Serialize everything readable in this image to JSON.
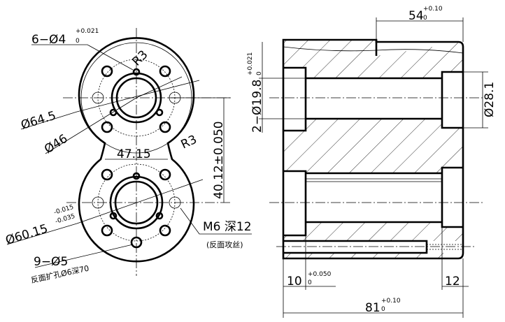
{
  "front_view": {
    "holes_label": "6−Ø4",
    "holes_tol_upper": "+0.021",
    "holes_tol_lower": "0",
    "r3_top": "R3",
    "d64": "Ø64.5",
    "d46": "Ø46",
    "width": "47.15",
    "r3_side": "R3",
    "center_dist": "40.12±0.050",
    "d60": "Ø60.15",
    "d60_upper": "-0.015",
    "d60_lower": "-0.035",
    "through_holes": "9−Ø5",
    "counterbore": "反面扩孔Ø6深70",
    "thread": "M6 深12",
    "thread_note": "(反面攻丝)"
  },
  "section_view": {
    "top_len": "54",
    "top_tol_upper": "+0.10",
    "top_tol_lower": "0",
    "bore": "2−Ø19.8",
    "bore_tol_upper": "+0.021",
    "bore_tol_lower": "0",
    "d28": "Ø28.1",
    "left_depth": "10",
    "left_tol_upper": "+0.050",
    "left_tol_lower": "0",
    "right_depth": "12",
    "total_len": "81",
    "total_tol_upper": "+0.10",
    "total_tol_lower": "0"
  }
}
